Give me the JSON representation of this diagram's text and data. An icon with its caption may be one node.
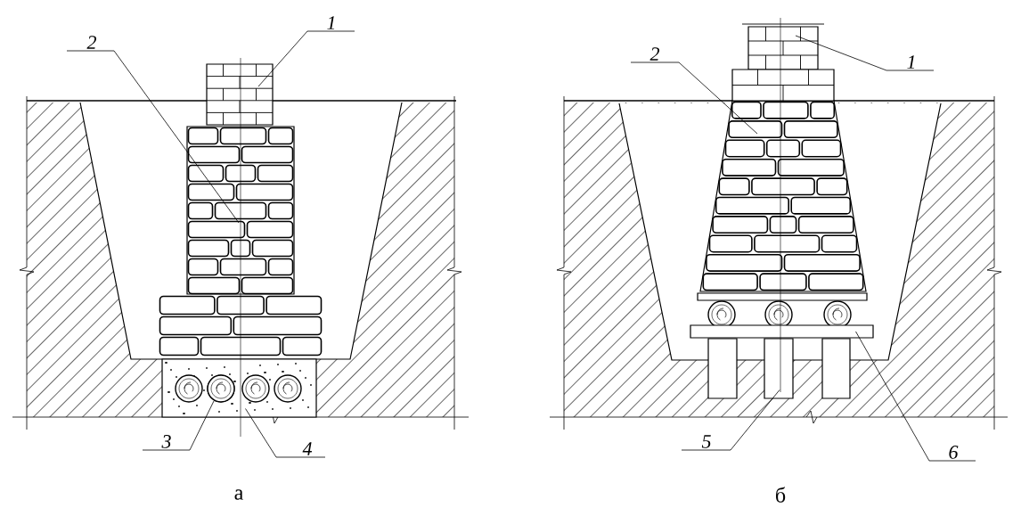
{
  "diagram": {
    "nodes": [
      {
        "text": [
          "1"
        ]
      },
      {
        "text": [
          "2"
        ]
      },
      {
        "text": [
          "3"
        ]
      },
      {
        "text": [
          "4"
        ]
      },
      {
        "text": [
          "1"
        ]
      },
      {
        "text": [
          "2"
        ]
      },
      {
        "text": [
          "5"
        ]
      },
      {
        "text": [
          "6"
        ]
      },
      {
        "text": [],
        "shape": "box"
      },
      {
        "text": [],
        "shape": "box"
      },
      {
        "text": [],
        "shape": "circle",
        "in": 11
      },
      {
        "text": [],
        "shape": "box"
      },
      {
        "text": [],
        "shape": "box"
      },
      {
        "text": [],
        "shape": "trapezium"
      },
      {
        "text": [],
        "shape": "box"
      },
      {
        "text": [],
        "shape": "bar"
      }
    ],
    "edges": [
      {
        "from": 0,
        "to": 8,
        "arrow": "none"
      },
      {
        "from": 1,
        "to": 9,
        "arrow": "none"
      },
      {
        "from": 2,
        "to": 10,
        "arrow": "none"
      },
      {
        "from": 3,
        "to": 11,
        "arrow": "none"
      },
      {
        "from": 4,
        "to": 12,
        "arrow": "none"
      },
      {
        "from": 5,
        "to": 13,
        "arrow": "none"
      },
      {
        "from": 6,
        "to": 14,
        "arrow": "none"
      },
      {
        "from": 7,
        "to": 15,
        "arrow": "none"
      }
    ],
    "labels": [
      "а",
      "б"
    ]
  }
}
